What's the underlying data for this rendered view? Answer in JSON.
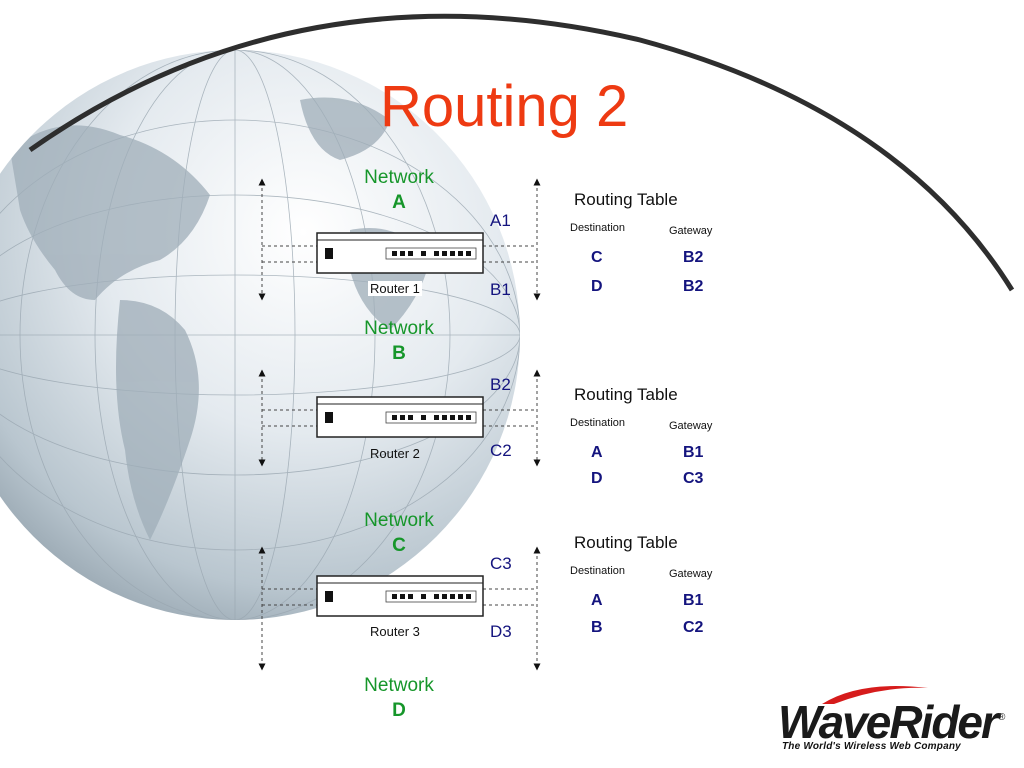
{
  "slide": {
    "title": "Routing 2"
  },
  "networks": [
    {
      "word": "Network",
      "letter": "A"
    },
    {
      "word": "Network",
      "letter": "B"
    },
    {
      "word": "Network",
      "letter": "C"
    },
    {
      "word": "Network",
      "letter": "D"
    }
  ],
  "routers": [
    {
      "label": "Router 1",
      "top_port": "A1",
      "bottom_port": "B1",
      "table": {
        "title": "Routing Table",
        "col_destination": "Destination",
        "col_gateway": "Gateway",
        "rows": [
          {
            "destination": "C",
            "gateway": "B2"
          },
          {
            "destination": "D",
            "gateway": "B2"
          }
        ]
      }
    },
    {
      "label": "Router 2",
      "top_port": "B2",
      "bottom_port": "C2",
      "table": {
        "title": "Routing Table",
        "col_destination": "Destination",
        "col_gateway": "Gateway",
        "rows": [
          {
            "destination": "A",
            "gateway": "B1"
          },
          {
            "destination": "D",
            "gateway": "C3"
          }
        ]
      }
    },
    {
      "label": "Router 3",
      "top_port": "C3",
      "bottom_port": "D3",
      "table": {
        "title": "Routing Table",
        "col_destination": "Destination",
        "col_gateway": "Gateway",
        "rows": [
          {
            "destination": "A",
            "gateway": "B1"
          },
          {
            "destination": "B",
            "gateway": "C2"
          }
        ]
      }
    }
  ],
  "logo": {
    "wordmark": "WaveRider",
    "registered": "®",
    "tagline": "The World's Wireless Web Company"
  },
  "colors": {
    "title": "#ee3a12",
    "network": "#16962a",
    "ports": "#14147e",
    "arc": "#333333",
    "logo_swoosh": "#d61c1c"
  }
}
